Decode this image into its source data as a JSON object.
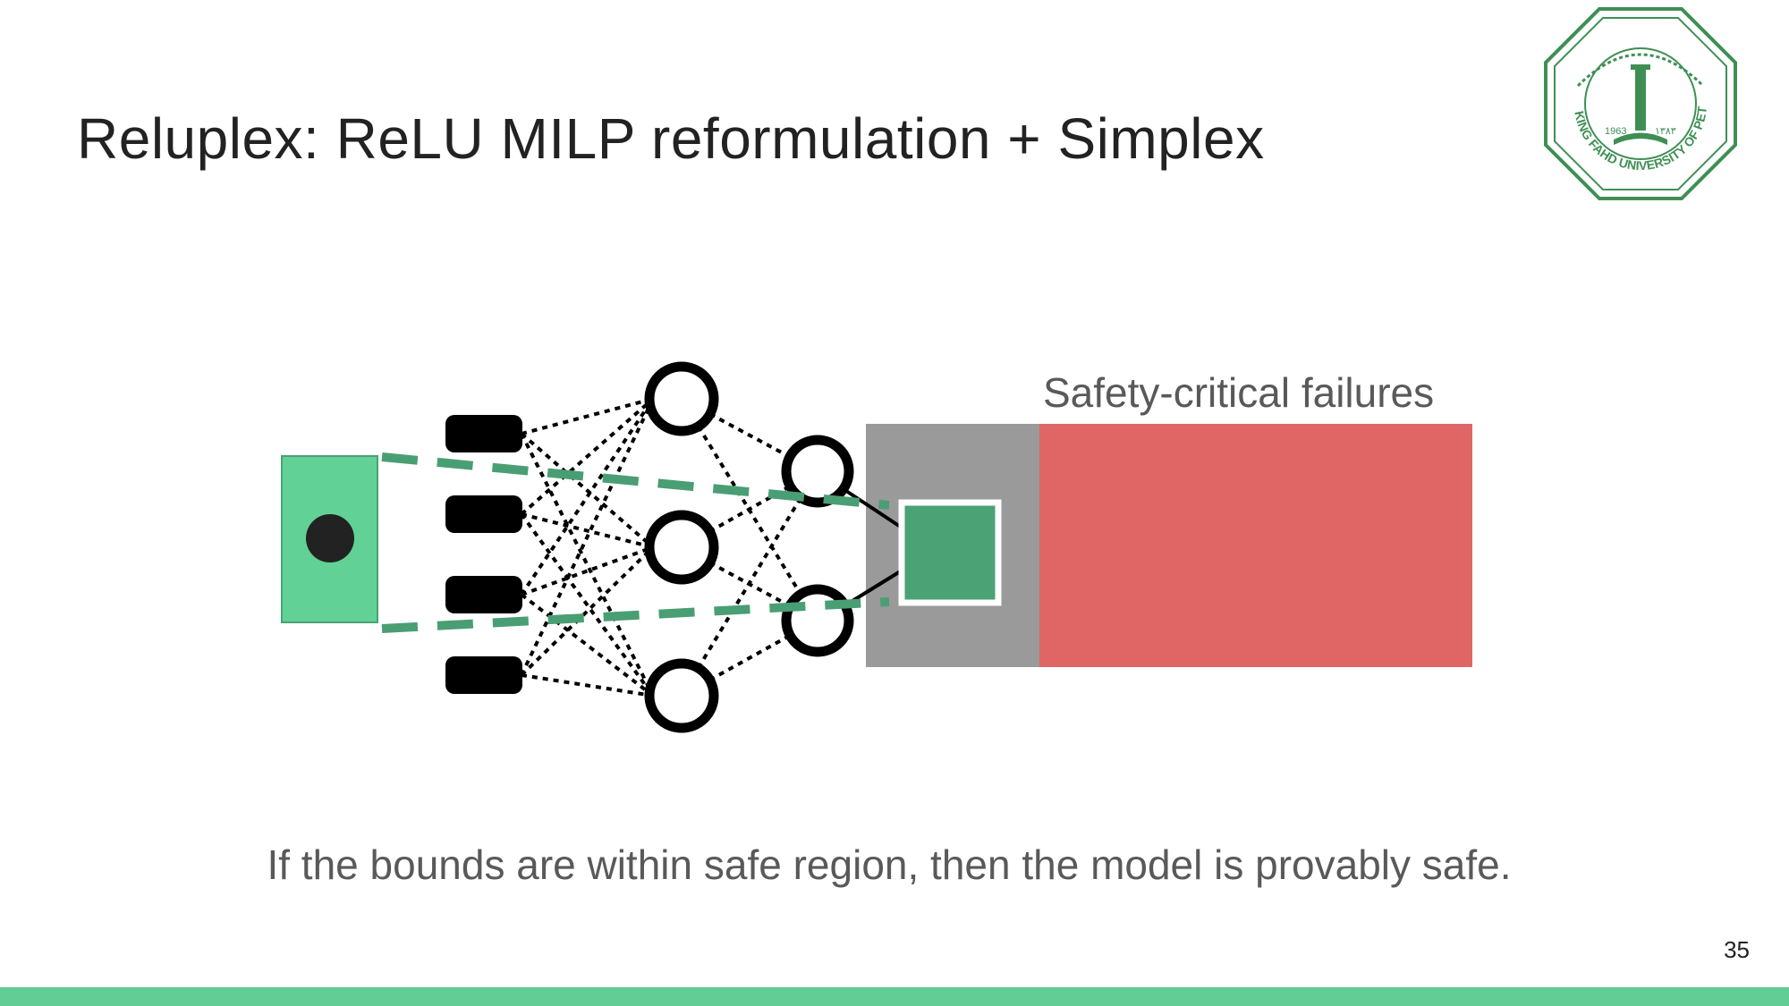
{
  "slide": {
    "title": "Reluplex: ReLU MILP reformulation + Simplex",
    "caption": "If the bounds are within safe region, then the model is provably safe.",
    "page_number": "35",
    "accent_color": "#62cd94"
  },
  "diagram": {
    "failure_region_label": "Safety-critical failures",
    "colors": {
      "input_region": "#62d196",
      "input_point": "#222222",
      "neuron_stroke": "#000000",
      "bound_line": "#4a9e74",
      "safe_region": "#9a9a9a",
      "output_box": "#4aa275",
      "failure_region": "#e06666"
    }
  },
  "logo": {
    "name": "kfupm-seal-icon",
    "text": "KING FAHD UNIVERSITY OF PETROLEUM & MINERALS",
    "year": "1963"
  }
}
